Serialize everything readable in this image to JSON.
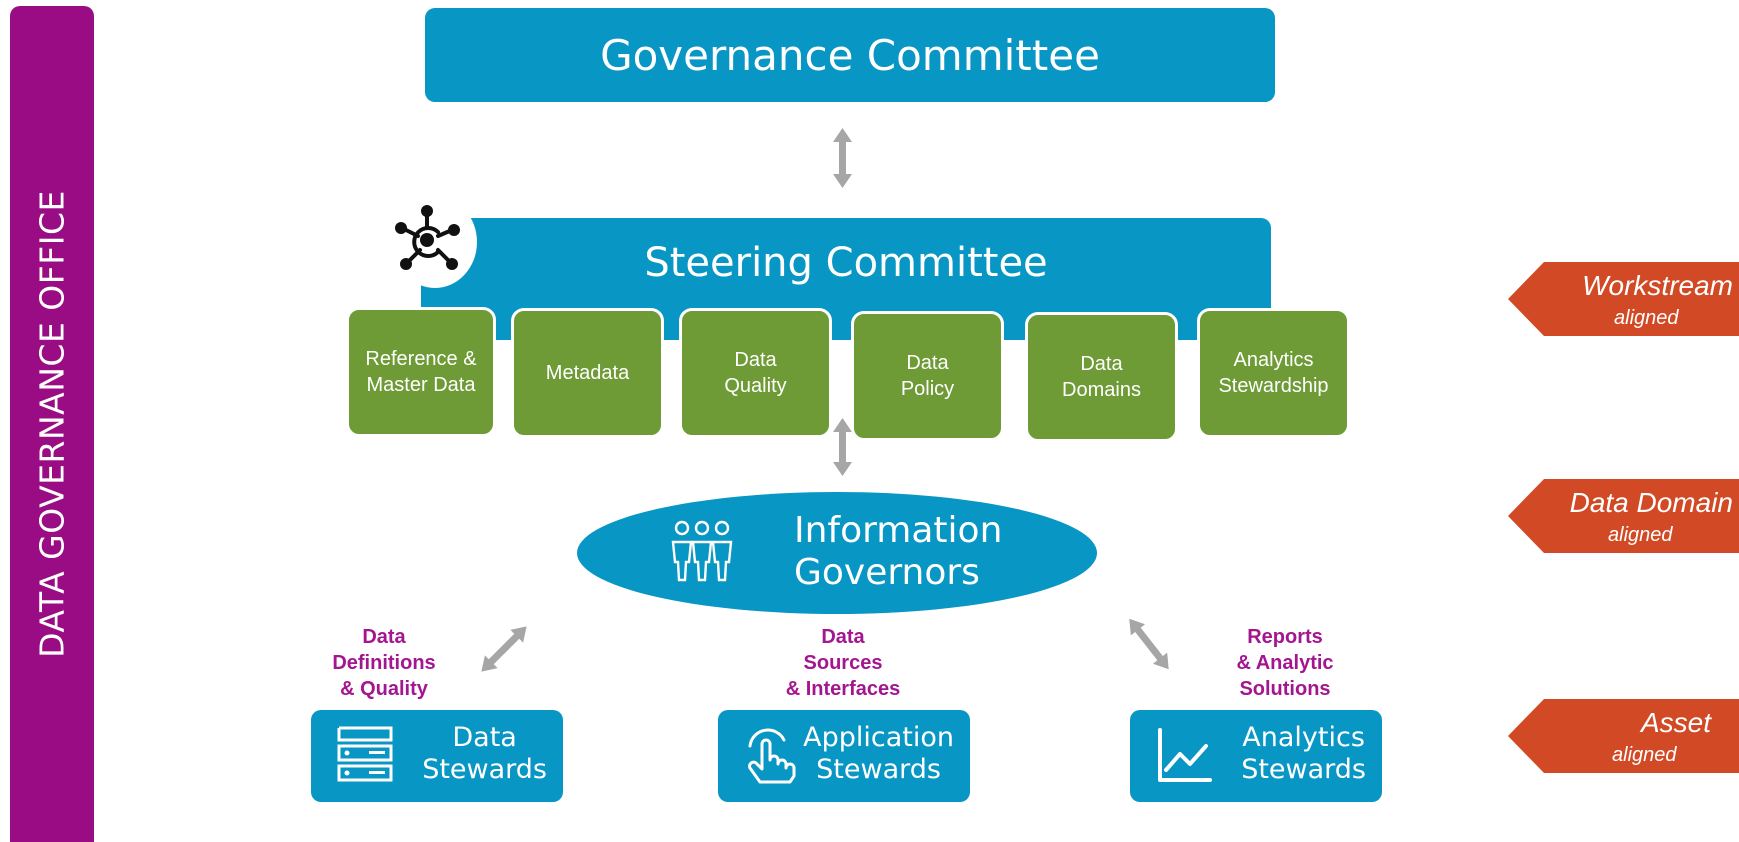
{
  "office": {
    "label": "DATA GOVERNANCE OFFICE"
  },
  "governance": {
    "title": "Governance Committee"
  },
  "steering": {
    "title": "Steering Committee",
    "logo_icon": "network-hub-icon",
    "workstreams": [
      {
        "label": "Reference &\nMaster Data"
      },
      {
        "label": "Metadata"
      },
      {
        "label": "Data\nQuality"
      },
      {
        "label": "Data\nPolicy"
      },
      {
        "label": "Data\nDomains"
      },
      {
        "label": "Analytics\nStewardship"
      }
    ]
  },
  "information_governors": {
    "title": "Information\nGovernors",
    "icon": "people-group-icon"
  },
  "captions": [
    {
      "text": "Data\nDefinitions\n& Quality"
    },
    {
      "text": "Data\nSources\n& Interfaces"
    },
    {
      "text": "Reports\n& Analytic\nSolutions"
    }
  ],
  "stewards": [
    {
      "label": "Data\nStewards",
      "icon": "server-stack-icon"
    },
    {
      "label": "Application\nStewards",
      "icon": "hand-pointer-icon"
    },
    {
      "label": "Analytics\nStewards",
      "icon": "line-chart-icon"
    }
  ],
  "tags": [
    {
      "main": "Workstream",
      "sub": "aligned"
    },
    {
      "main": "Data Domain",
      "sub": "aligned"
    },
    {
      "main": "Asset",
      "sub": "aligned"
    }
  ],
  "colors": {
    "office_band": "#9a0c84",
    "committee_blue": "#0896c4",
    "workstream_green": "#6e9b36",
    "caption_purple": "#a4168f",
    "tag_orange": "#d24a25",
    "arrow_gray": "#a6a6a6"
  }
}
